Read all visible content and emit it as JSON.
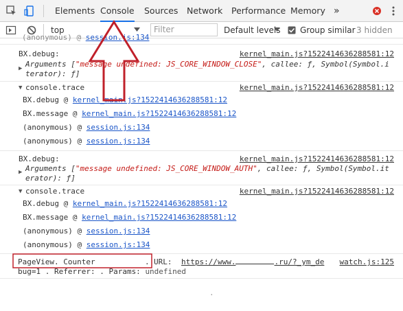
{
  "toolbar": {
    "tabs": [
      "Elements",
      "Console",
      "Sources",
      "Network",
      "Performance",
      "Memory"
    ],
    "more": "»",
    "active_tab": "Console",
    "accent": "#1a73e8"
  },
  "filterbar": {
    "context": "top",
    "filter_placeholder": "Filter",
    "levels": "Default levels",
    "group_similar": "Group similar",
    "hidden": "3 hidden"
  },
  "console": {
    "entry1": {
      "label": "BX.debug:",
      "source": "kernel_main.js?1522414636288581:12",
      "args_prefix": "Arguments [",
      "args_str": "\"message undefined: JS_CORE_WINDOW_CLOSE\"",
      "args_rest": ", callee: ƒ, Symbol(Symbol.i",
      "args_line2": "terator): ƒ]"
    },
    "trace1": {
      "label": "console.trace",
      "source": "kernel_main.js?1522414636288581:12",
      "frames": [
        {
          "fn": "BX.debug    @ ",
          "loc": "kernel_main.js?1522414636288581:12"
        },
        {
          "fn": "BX.message  @ ",
          "loc": "kernel_main.js?1522414636288581:12"
        },
        {
          "fn": "(anonymous) @ ",
          "loc": "session.js:134"
        },
        {
          "fn": "(anonymous) @ ",
          "loc": "session.js:134"
        }
      ]
    },
    "entry2": {
      "label": "BX.debug:",
      "source": "kernel_main.js?1522414636288581:12",
      "args_prefix": "Arguments [",
      "args_str": "\"message undefined: JS_CORE_WINDOW_AUTH\"",
      "args_rest": ", callee: ƒ, Symbol(Symbol.it",
      "args_line2": "erator): ƒ]"
    },
    "trace2": {
      "label": "console.trace",
      "source": "kernel_main.js?1522414636288581:12",
      "frames": [
        {
          "fn": "BX.debug    @ ",
          "loc": "kernel_main.js?1522414636288581:12"
        },
        {
          "fn": "BX.message  @ ",
          "loc": "kernel_main.js?1522414636288581:12"
        },
        {
          "fn": "(anonymous) @ ",
          "loc": "session.js:134"
        },
        {
          "fn": "(anonymous) @ ",
          "loc": "session.js:134"
        }
      ]
    },
    "pageview": {
      "label": "PageView. Counter",
      "dot": ".",
      "url_label": "URL:",
      "url": "https://www.",
      "url_tail": ".ru/?_ym_de",
      "source": "watch.js:125",
      "line2_a": "bug=1 . Referrer:  . Params:",
      "line2_b": "undefined"
    },
    "tiny_dot": "."
  },
  "annotation": {
    "color": "#c0202a"
  }
}
